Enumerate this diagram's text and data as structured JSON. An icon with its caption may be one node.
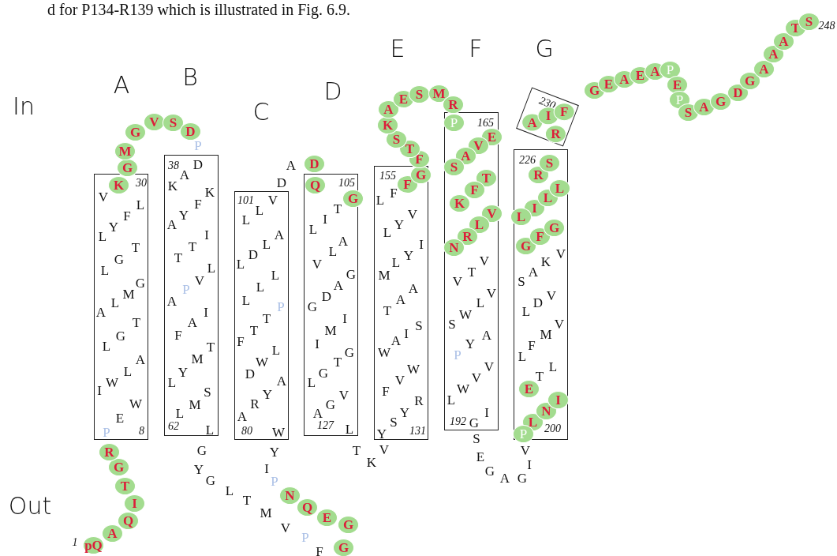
{
  "diagram": {
    "nodes": [
      {
        "text": [
          "30",
          "8"
        ]
      },
      {
        "text": [
          "38",
          "62"
        ]
      },
      {
        "text": [
          "101",
          "80"
        ]
      },
      {
        "text": [
          "105",
          "127"
        ]
      },
      {
        "text": [
          "155",
          "131"
        ]
      },
      {
        "text": [
          "165",
          "192"
        ]
      },
      {
        "text": [
          "226",
          "200"
        ]
      },
      {
        "text": [
          "230"
        ]
      },
      {
        "text": [
          "pQ"
        ],
        "beside": [
          "1"
        ]
      },
      {
        "text": [
          "A"
        ]
      },
      {
        "text": [
          "Q"
        ]
      },
      {
        "text": [
          "I"
        ]
      },
      {
        "text": [
          "T"
        ]
      },
      {
        "text": [
          "G"
        ]
      },
      {
        "text": [
          "R"
        ]
      },
      {
        "text": [
          "K"
        ],
        "in": 0
      },
      {
        "text": [
          "G"
        ]
      },
      {
        "text": [
          "M"
        ]
      },
      {
        "text": [
          "G"
        ]
      },
      {
        "text": [
          "V"
        ]
      },
      {
        "text": [
          "S"
        ]
      },
      {
        "text": [
          "D"
        ]
      },
      {
        "text": [
          "G"
        ]
      },
      {
        "text": [
          "G"
        ]
      },
      {
        "text": [
          "E"
        ]
      },
      {
        "text": [
          "Q"
        ]
      },
      {
        "text": [
          "N"
        ]
      },
      {
        "text": [
          "D"
        ]
      },
      {
        "text": [
          "Q"
        ],
        "in": 3
      },
      {
        "text": [
          "G"
        ],
        "in": 3
      },
      {
        "text": [
          "F"
        ],
        "in": 4
      },
      {
        "text": [
          "G"
        ],
        "in": 4
      },
      {
        "text": [
          "F"
        ]
      },
      {
        "text": [
          "T"
        ]
      },
      {
        "text": [
          "S"
        ]
      },
      {
        "text": [
          "K"
        ]
      },
      {
        "text": [
          "A"
        ]
      },
      {
        "text": [
          "E"
        ]
      },
      {
        "text": [
          "S"
        ]
      },
      {
        "text": [
          "M"
        ]
      },
      {
        "text": [
          "R"
        ]
      },
      {
        "text": [
          "P"
        ],
        "in": 5
      },
      {
        "text": [
          "E"
        ],
        "in": 5
      },
      {
        "text": [
          "V"
        ],
        "in": 5
      },
      {
        "text": [
          "A"
        ],
        "in": 5
      },
      {
        "text": [
          "S"
        ],
        "in": 5
      },
      {
        "text": [
          "T"
        ],
        "in": 5
      },
      {
        "text": [
          "F"
        ],
        "in": 5
      },
      {
        "text": [
          "K"
        ],
        "in": 5
      },
      {
        "text": [
          "V"
        ],
        "in": 5
      },
      {
        "text": [
          "L"
        ],
        "in": 5
      },
      {
        "text": [
          "R"
        ],
        "in": 5
      },
      {
        "text": [
          "N"
        ],
        "in": 5
      },
      {
        "text": [
          "P"
        ]
      },
      {
        "text": [
          "L"
        ],
        "in": 6
      },
      {
        "text": [
          "N"
        ],
        "in": 6
      },
      {
        "text": [
          "I"
        ],
        "in": 6
      },
      {
        "text": [
          "E"
        ],
        "in": 6
      },
      {
        "text": [
          "G"
        ],
        "in": 6
      },
      {
        "text": [
          "F"
        ],
        "in": 6
      },
      {
        "text": [
          "G"
        ],
        "in": 6
      },
      {
        "text": [
          "L"
        ]
      },
      {
        "text": [
          "I"
        ],
        "in": 6
      },
      {
        "text": [
          "L"
        ],
        "in": 6
      },
      {
        "text": [
          "L"
        ],
        "in": 6
      },
      {
        "text": [
          "R"
        ],
        "in": 6
      },
      {
        "text": [
          "S"
        ],
        "in": 6
      },
      {
        "text": [
          "R"
        ],
        "in": 7
      },
      {
        "text": [
          "A"
        ],
        "in": 7
      },
      {
        "text": [
          "I"
        ],
        "in": 7
      },
      {
        "text": [
          "F"
        ],
        "in": 7
      },
      {
        "text": [
          "G"
        ]
      },
      {
        "text": [
          "E"
        ]
      },
      {
        "text": [
          "A"
        ]
      },
      {
        "text": [
          "E"
        ]
      },
      {
        "text": [
          "A"
        ]
      },
      {
        "text": [
          "P"
        ]
      },
      {
        "text": [
          "E"
        ]
      },
      {
        "text": [
          "P"
        ]
      },
      {
        "text": [
          "S"
        ]
      },
      {
        "text": [
          "A"
        ]
      },
      {
        "text": [
          "G"
        ]
      },
      {
        "text": [
          "D"
        ]
      },
      {
        "text": [
          "G"
        ]
      },
      {
        "text": [
          "A"
        ]
      },
      {
        "text": [
          "A"
        ]
      },
      {
        "text": [
          "A"
        ]
      },
      {
        "text": [
          "T"
        ]
      },
      {
        "text": [
          "S"
        ],
        "beside": [
          "248"
        ]
      }
    ],
    "labels": [
      "d for P134-R139 which is illustrated in Fig. 6.9.",
      "In",
      "A",
      "B",
      "C",
      "D",
      "E",
      "F",
      "G",
      "Out",
      "P",
      "E",
      "W",
      "I",
      "W",
      "L",
      "A",
      "L",
      "G",
      "T",
      "A",
      "L",
      "M",
      "G",
      "L",
      "G",
      "T",
      "L",
      "Y",
      "F",
      "L",
      "V",
      "P",
      "D",
      "A",
      "K",
      "K",
      "F",
      "Y",
      "A",
      "I",
      "T",
      "T",
      "L",
      "V",
      "P",
      "A",
      "I",
      "A",
      "F",
      "T",
      "M",
      "Y",
      "L",
      "S",
      "M",
      "L",
      "L",
      "G",
      "Y",
      "G",
      "L",
      "T",
      "M",
      "V",
      "P",
      "F",
      "P",
      "I",
      "Y",
      "W",
      "A",
      "R",
      "Y",
      "A",
      "D",
      "W",
      "L",
      "F",
      "T",
      "T",
      "P",
      "L",
      "L",
      "L",
      "L",
      "D",
      "L",
      "A",
      "L",
      "L",
      "V",
      "D",
      "A",
      "T",
      "I",
      "L",
      "A",
      "L",
      "V",
      "G",
      "A",
      "D",
      "G",
      "I",
      "M",
      "I",
      "G",
      "T",
      "G",
      "L",
      "V",
      "G",
      "A",
      "L",
      "T",
      "K",
      "V",
      "Y",
      "S",
      "Y",
      "R",
      "F",
      "V",
      "W",
      "W",
      "A",
      "I",
      "S",
      "T",
      "A",
      "A",
      "M",
      "L",
      "Y",
      "I",
      "L",
      "Y",
      "V",
      "L",
      "F",
      "V",
      "T",
      "V",
      "V",
      "L",
      "W",
      "S",
      "A",
      "Y",
      "P",
      "V",
      "V",
      "W",
      "L",
      "I",
      "G",
      "S",
      "E",
      "G",
      "A",
      "G",
      "I",
      "V",
      "T",
      "L",
      "L",
      "F",
      "M",
      "V",
      "L",
      "D",
      "V",
      "S",
      "A",
      "K",
      "V"
    ]
  }
}
